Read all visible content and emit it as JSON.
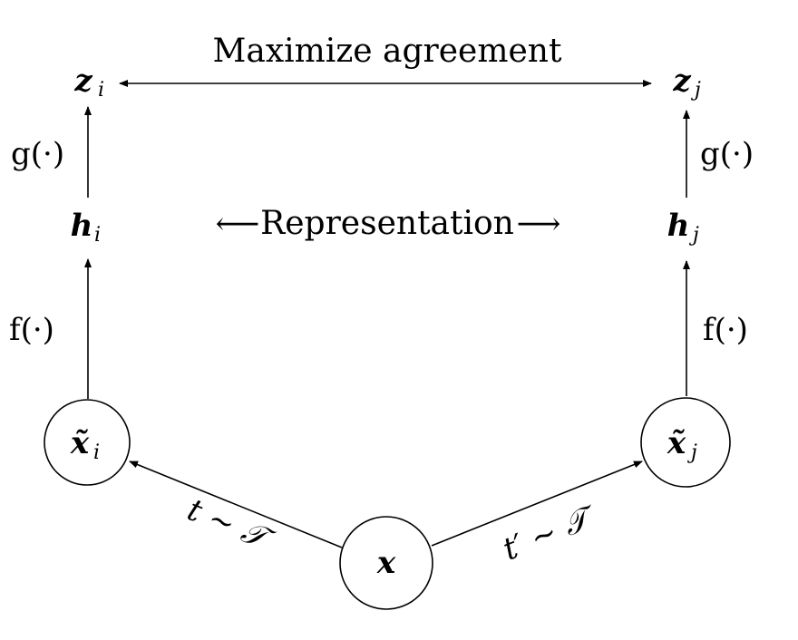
{
  "title": "Maximize agreement",
  "representation": "Representation",
  "left_arrow_glyph": "⟵",
  "right_arrow_glyph": "⟶",
  "nodes": {
    "x": {
      "base": "x",
      "subscript": ""
    },
    "x_tilde_i": {
      "base": "x̃",
      "subscript": "i"
    },
    "x_tilde_j": {
      "base": "x̃",
      "subscript": "j"
    },
    "h_i": {
      "base": "h",
      "subscript": "i"
    },
    "h_j": {
      "base": "h",
      "subscript": "j"
    },
    "z_i": {
      "base": "z",
      "subscript": "i"
    },
    "z_j": {
      "base": "z",
      "subscript": "j"
    }
  },
  "functions": {
    "f_left": "f(·)",
    "f_right": "f(·)",
    "g_left": "g(·)",
    "g_right": "g(·)"
  },
  "augmentations": {
    "left": "t ∼ 𝒯",
    "right": "t′ ∼ 𝒯"
  }
}
